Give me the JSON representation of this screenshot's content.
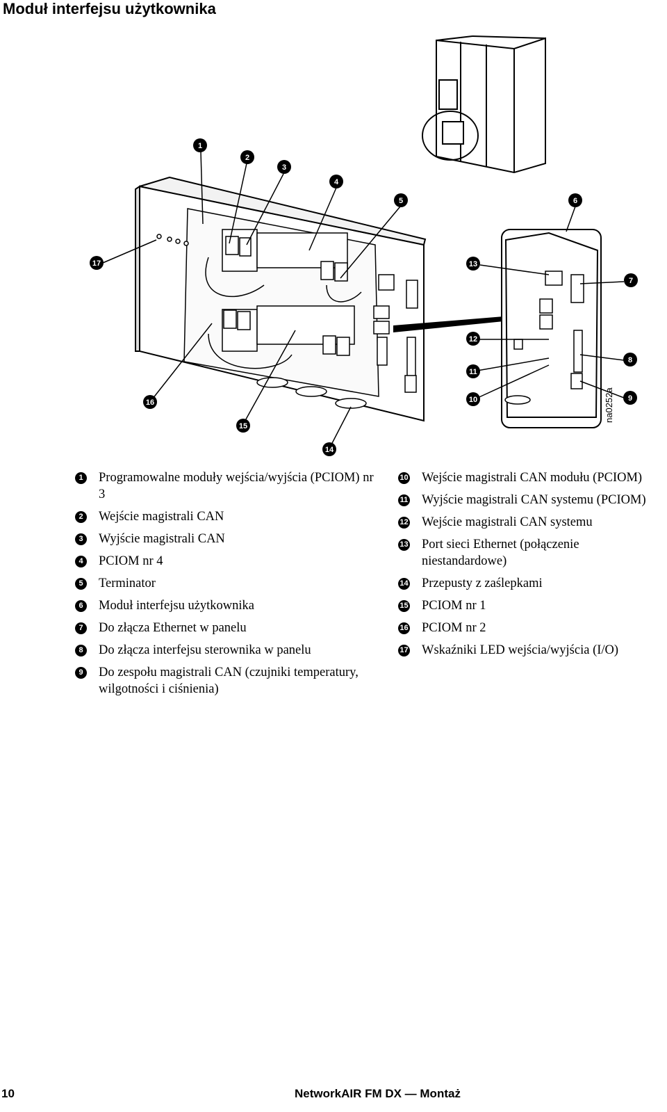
{
  "page": {
    "title": "Moduł interfejsu użytkownika",
    "figure_code": "na0252a"
  },
  "callouts": [
    "1",
    "2",
    "3",
    "4",
    "5",
    "6",
    "7",
    "8",
    "9",
    "10",
    "11",
    "12",
    "13",
    "14",
    "15",
    "16",
    "17"
  ],
  "legend_left": [
    {
      "num": "1",
      "text": "Programowalne moduły wejścia/wyjścia (PCIOM) nr 3"
    },
    {
      "num": "2",
      "text": "Wejście magistrali CAN"
    },
    {
      "num": "3",
      "text": "Wyjście magistrali CAN"
    },
    {
      "num": "4",
      "text": "PCIOM nr 4"
    },
    {
      "num": "5",
      "text": "Terminator"
    },
    {
      "num": "6",
      "text": "Moduł interfejsu użytkownika"
    },
    {
      "num": "7",
      "text": "Do złącza Ethernet w panelu"
    },
    {
      "num": "8",
      "text": "Do złącza interfejsu sterownika w panelu"
    },
    {
      "num": "9",
      "text": "Do zespołu magistrali CAN (czujniki temperatury, wilgotności i ciśnienia)"
    }
  ],
  "legend_right": [
    {
      "num": "10",
      "text": "Wejście magistrali CAN modułu (PCIOM)"
    },
    {
      "num": "11",
      "text": "Wyjście magistrali CAN systemu (PCIOM)"
    },
    {
      "num": "12",
      "text": "Wejście magistrali CAN systemu"
    },
    {
      "num": "13",
      "text": "Port sieci Ethernet (połączenie niestandardowe)"
    },
    {
      "num": "14",
      "text": "Przepusty z zaślepkami"
    },
    {
      "num": "15",
      "text": "PCIOM nr 1"
    },
    {
      "num": "16",
      "text": "PCIOM nr 2"
    },
    {
      "num": "17",
      "text": "Wskaźniki LED wejścia/wyjścia (I/O)"
    }
  ],
  "footer": {
    "page_number": "10",
    "doc_title": "NetworkAIR FM DX — Montaż"
  }
}
